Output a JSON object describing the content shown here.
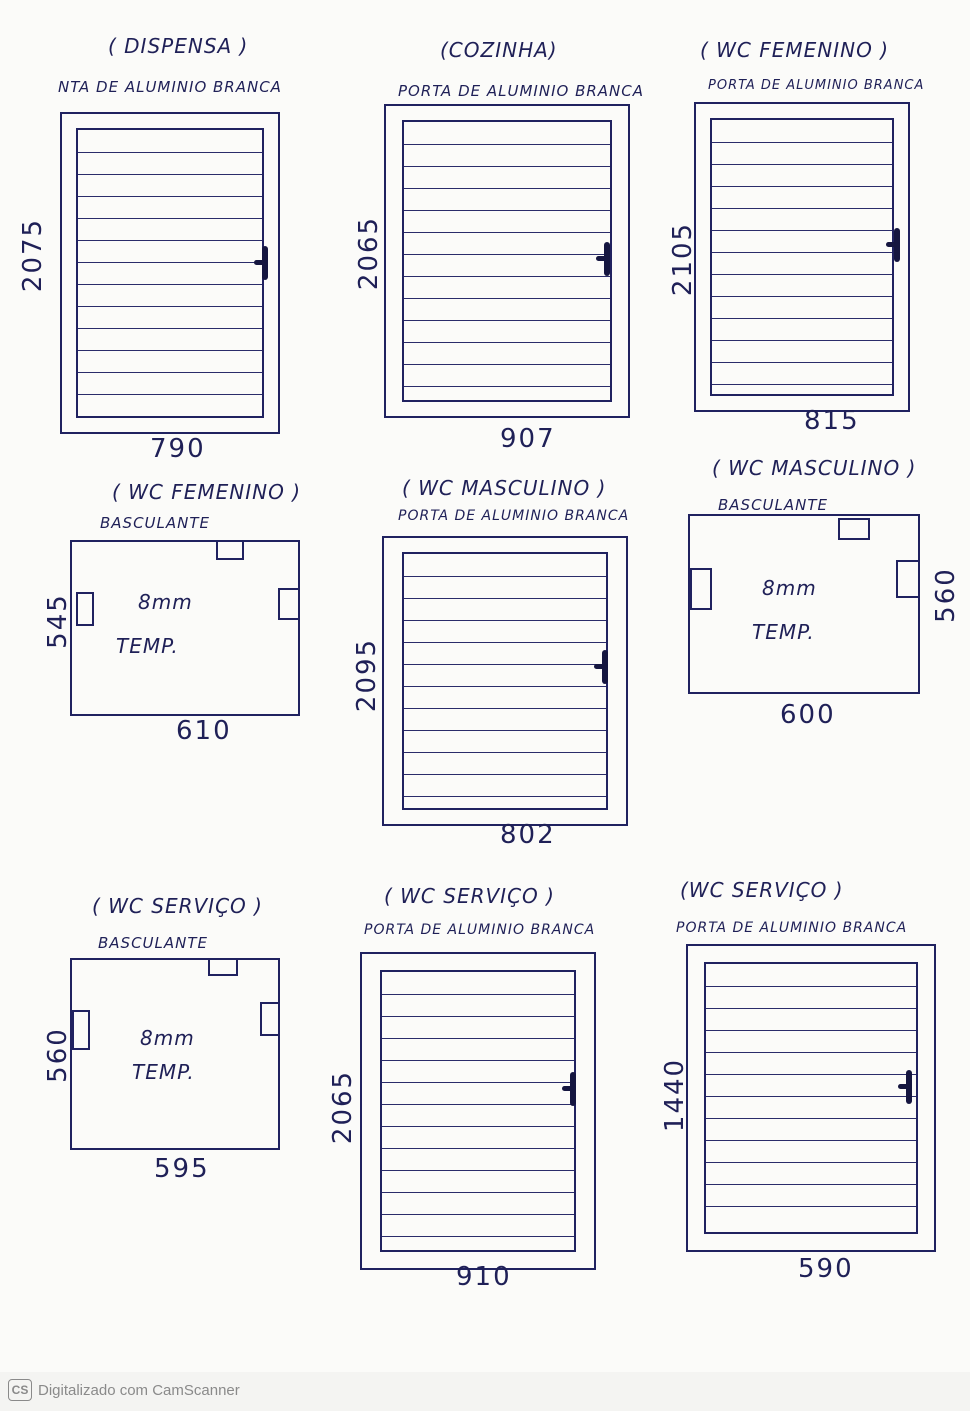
{
  "items": [
    {
      "room": "( DISPENSA )",
      "type": "nta DE ALUMINIO BRANCA",
      "height": "2075",
      "width": "790"
    },
    {
      "room": "(COZINHA)",
      "type": "PORTA DE ALUMINIO BRANCA",
      "height": "2065",
      "width": "907"
    },
    {
      "room": "( WC FEMENINO )",
      "type": "PORTA DE ALUMINIO BRANCA",
      "height": "2105",
      "width": "815"
    },
    {
      "room": "( WC FEMENINO )",
      "type": "BASCULANTE",
      "height": "545",
      "width": "610",
      "note1": "8mm",
      "note2": "TEMP."
    },
    {
      "room": "( WC MASCULINO )",
      "type": "PORTA DE ALUMINIO BRANCA",
      "height": "2095",
      "width": "802"
    },
    {
      "room": "( WC MASCULINO )",
      "type": "BASCULANTE",
      "height": "560",
      "width": "600",
      "note1": "8mm",
      "note2": "TEMP."
    },
    {
      "room": "( WC SERVIÇO )",
      "type": "BASCULANTE",
      "height": "560",
      "width": "595",
      "note1": "8mm",
      "note2": "TEMP."
    },
    {
      "room": "( WC SERVIÇO )",
      "type": "PORTA DE ALUMINIO BRANCA",
      "height": "2065",
      "width": "910"
    },
    {
      "room": "(WC SERVIÇO )",
      "type": "PORTA DE ALUMINIO BRANCA",
      "height": "1440",
      "width": "590"
    }
  ],
  "footer": {
    "logo": "CS",
    "text": "Digitalizado com CamScanner"
  }
}
